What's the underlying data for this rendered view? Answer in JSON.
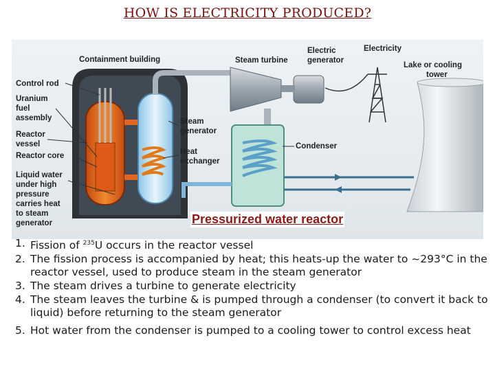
{
  "title": "HOW IS ELECTRICITY PRODUCED?",
  "diagram": {
    "labels": {
      "containment": "Containment building",
      "steam_turbine": "Steam turbine",
      "electric_generator_1": "Electric",
      "electric_generator_2": "generator",
      "electricity": "Electricity",
      "lake_1": "Lake or cooling",
      "lake_2": "tower",
      "control_rod": "Control rod",
      "uranium_1": "Uranium",
      "uranium_2": "fuel",
      "uranium_3": "assembly",
      "reactor_vessel_1": "Reactor",
      "reactor_vessel_2": "vessel",
      "reactor_core": "Reactor core",
      "liquid_water_1": "Liquid water",
      "liquid_water_2": "under high",
      "liquid_water_3": "pressure",
      "liquid_water_4": "carries heat",
      "liquid_water_5": "to steam",
      "liquid_water_6": "generator",
      "steam_generator_1": "Steam",
      "steam_generator_2": "generator",
      "heat_exchanger_1": "Heat",
      "heat_exchanger_2": "exchanger",
      "condenser": "Condenser"
    },
    "caption": "Pressurized water reactor"
  },
  "steps": [
    {
      "num": "1.",
      "pre": "Fission of ",
      "sup": "235",
      "text": "U occurs in the reactor vessel"
    },
    {
      "num": "2.",
      "text": "The fission process is accompanied by heat; this heats-up the water to ~293°C in the reactor vessel, used to produce steam in the steam generator"
    },
    {
      "num": "3.",
      "text": "The steam drives a turbine to generate electricity"
    },
    {
      "num": "4.",
      "text": "The steam leaves the turbine & is pumped through a condenser (to convert it back to liquid) before returning to the steam generator"
    },
    {
      "num": "5.",
      "text": "Hot water from the condenser is pumped to a cooling tower  to control excess heat"
    }
  ]
}
